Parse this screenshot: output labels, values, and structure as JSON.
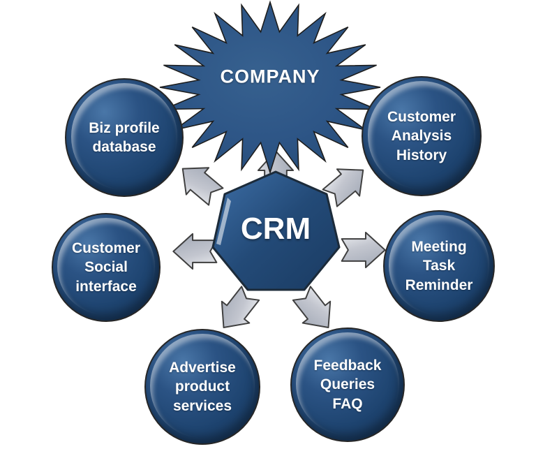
{
  "diagram": {
    "company": {
      "label": "COMPANY"
    },
    "crm": {
      "label": "CRM"
    },
    "nodes": [
      {
        "id": "biz-profile-database",
        "label": "Biz profile\ndatabase"
      },
      {
        "id": "customer-analysis-history",
        "label": "Customer\nAnalysis\nHistory"
      },
      {
        "id": "customer-social-interface",
        "label": "Customer\nSocial\ninterface"
      },
      {
        "id": "meeting-task-reminder",
        "label": "Meeting\nTask\nReminder"
      },
      {
        "id": "advertise-product-services",
        "label": "Advertise\nproduct\nservices"
      },
      {
        "id": "feedback-queries-faq",
        "label": "Feedback\nQueries\nFAQ"
      }
    ],
    "arrows": [
      "up",
      "up-left",
      "up-right",
      "left",
      "right",
      "down-left",
      "down-right"
    ],
    "colors": {
      "node_blue": "#1f4470",
      "node_blue_light": "#4a77a8",
      "star_blue": "#2d5586",
      "heptagon_blue": "#234a77",
      "arrow_gray": "#c3c6cf",
      "outline_dark": "#262626",
      "text_white": "#ffffff",
      "background": "#ffffff"
    }
  }
}
